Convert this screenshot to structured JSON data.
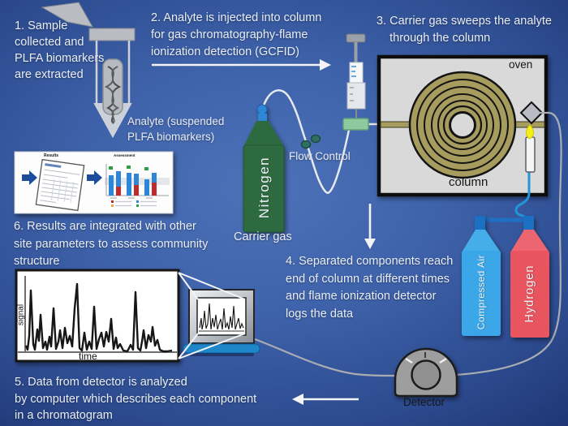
{
  "steps": {
    "s1": "1. Sample\ncollected and\nPLFA biomarkers\nare extracted",
    "s2": "2. Analyte is injected into column\nfor gas chromatography-flame\nionization detection (GCFID)",
    "s3": "3. Carrier gas sweeps the analyte\n    through the column",
    "s4": "4. Separated components reach\nend of column at different times\nand flame ionization detector\nlogs the data",
    "s5": "5. Data from detector is analyzed\nby computer which describes each component\nin a chromatogram",
    "s6": "6. Results are integrated with other\nsite parameters to assess community\nstructure"
  },
  "labels": {
    "analyte": "Analyte (suspended\nPLFA biomarkers)",
    "carrier_gas": "Carrier gas",
    "flow_control": "Flow Control",
    "oven": "oven",
    "column": "column",
    "detector": "Detector",
    "signal_axis": "signal",
    "time_axis": "time",
    "nitrogen": "Nitrogen",
    "compressed_air": "Compressed Air",
    "hydrogen": "Hydrogen",
    "results_title": "Results",
    "assessment_title": "Assessment"
  },
  "colors": {
    "background_center": "#4d72b8",
    "background_edge": "#182c66",
    "text_light": "#e9edf4",
    "nitrogen_green": "#2d6b40",
    "compressed_air_blue": "#3aa7e8",
    "hydrogen_red": "#e8545f",
    "tank_cap_blue": "#1f6fc4",
    "injection_port_green": "#8fc9a0",
    "column_coil_olive": "#a69c5e",
    "oven_gray": "#d9d9d9",
    "monitor_base_blue": "#1f86c9",
    "flame_yellow": "#f3ef19"
  }
}
